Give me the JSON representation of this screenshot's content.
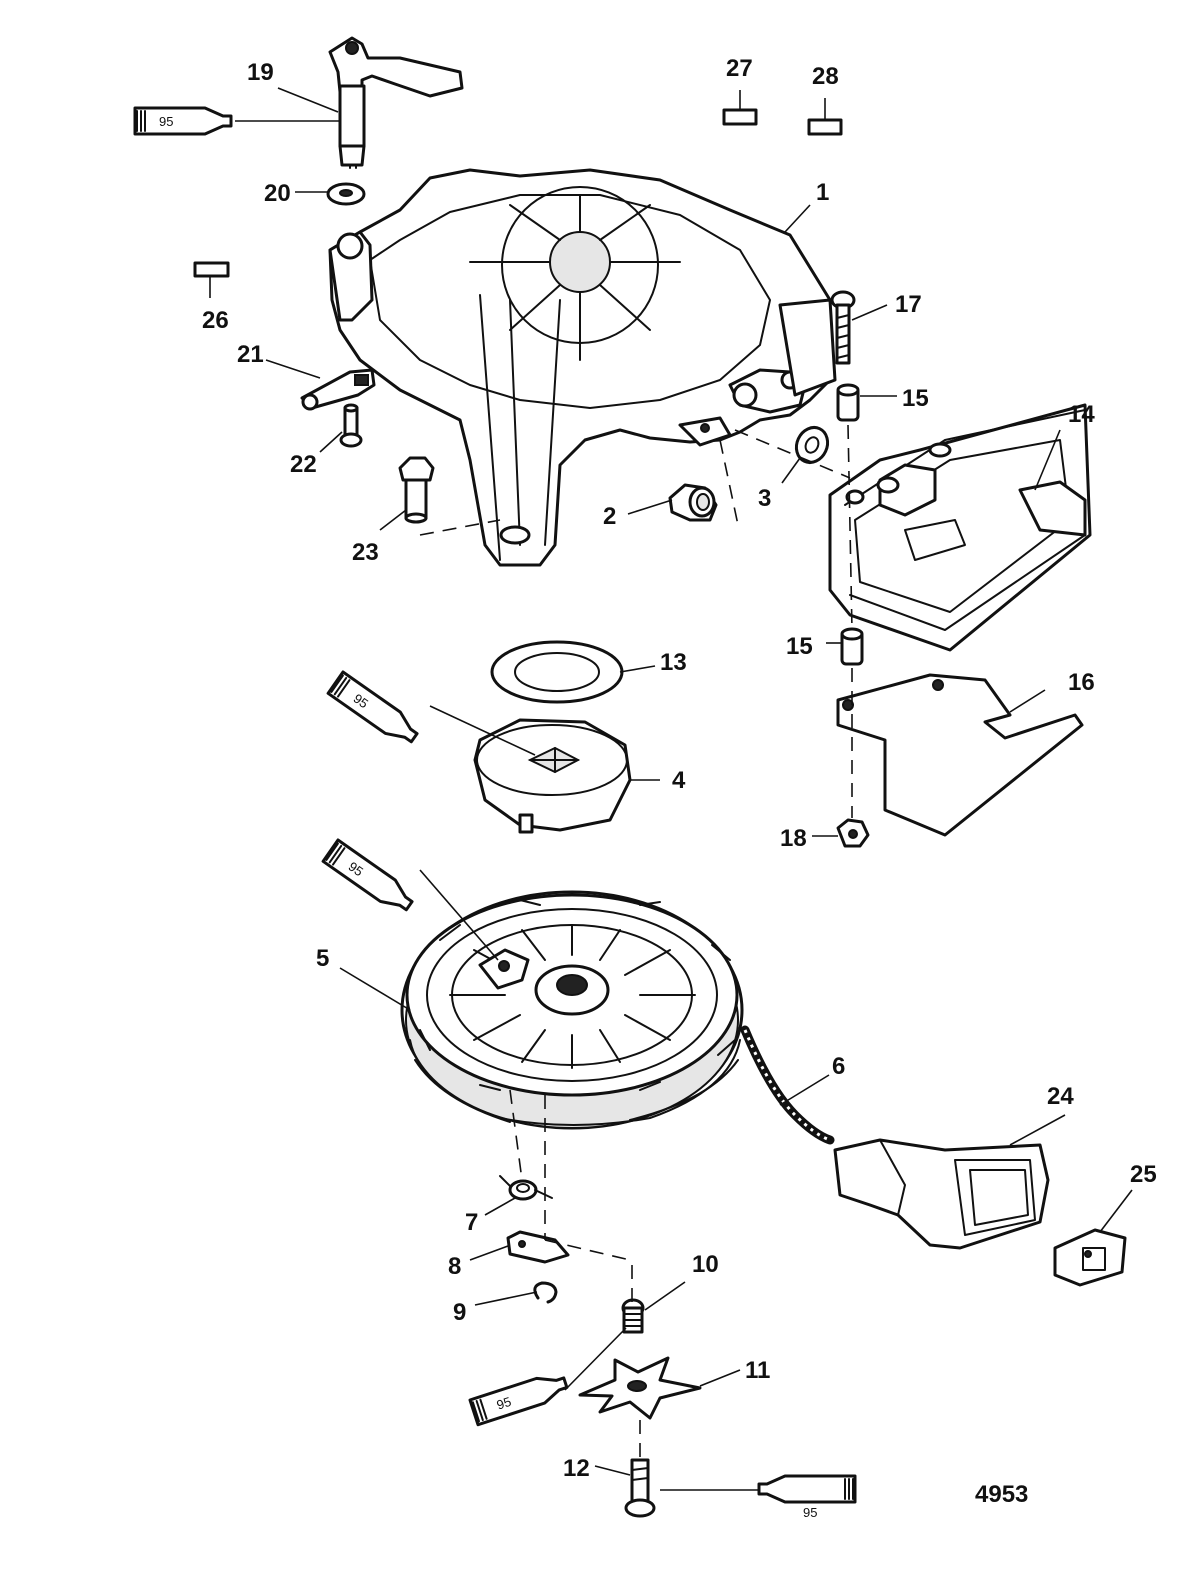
{
  "figure_number": "4953",
  "callouts": [
    {
      "id": "c1",
      "label": "1"
    },
    {
      "id": "c2",
      "label": "2"
    },
    {
      "id": "c3",
      "label": "3"
    },
    {
      "id": "c4",
      "label": "4"
    },
    {
      "id": "c5",
      "label": "5"
    },
    {
      "id": "c6",
      "label": "6"
    },
    {
      "id": "c7",
      "label": "7"
    },
    {
      "id": "c8",
      "label": "8"
    },
    {
      "id": "c9",
      "label": "9"
    },
    {
      "id": "c10",
      "label": "10"
    },
    {
      "id": "c11",
      "label": "11"
    },
    {
      "id": "c12",
      "label": "12"
    },
    {
      "id": "c13",
      "label": "13"
    },
    {
      "id": "c14",
      "label": "14"
    },
    {
      "id": "c15a",
      "label": "15"
    },
    {
      "id": "c15b",
      "label": "15"
    },
    {
      "id": "c16",
      "label": "16"
    },
    {
      "id": "c17",
      "label": "17"
    },
    {
      "id": "c18",
      "label": "18"
    },
    {
      "id": "c19",
      "label": "19"
    },
    {
      "id": "c20",
      "label": "20"
    },
    {
      "id": "c21",
      "label": "21"
    },
    {
      "id": "c22",
      "label": "22"
    },
    {
      "id": "c23",
      "label": "23"
    },
    {
      "id": "c24",
      "label": "24"
    },
    {
      "id": "c25",
      "label": "25"
    },
    {
      "id": "c26",
      "label": "26"
    },
    {
      "id": "c27",
      "label": "27"
    },
    {
      "id": "c28",
      "label": "28"
    }
  ],
  "lubricant_tubes": [
    {
      "id": "tube-a",
      "label": "95"
    },
    {
      "id": "tube-b",
      "label": "95"
    },
    {
      "id": "tube-c",
      "label": "95"
    },
    {
      "id": "tube-d",
      "label": "95"
    },
    {
      "id": "tube-e",
      "label": "95"
    }
  ]
}
